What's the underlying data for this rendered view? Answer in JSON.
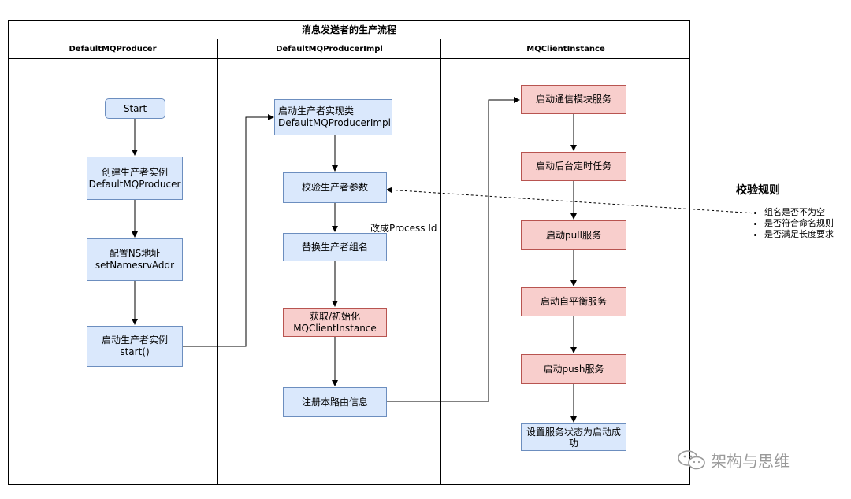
{
  "title": "消息发送者的生产流程",
  "lanes": [
    "DefaultMQProducer",
    "DefaultMQProducerImpl",
    "MQClientInstance"
  ],
  "nodes": {
    "start": "Start",
    "create_producer": "创建生产者实例\nDefaultMQProducer",
    "config_ns": "配置NS地址\nsetNamesrvAddr",
    "start_producer": "启动生产者实例\nstart()",
    "impl_start": "启动生产者实现类\nDefaultMQProducerImpl",
    "check_params": "校验生产者参数",
    "replace_group": "替换生产者组名",
    "get_instance": "获取/初始化\nMQClientInstance",
    "register": "注册本路由信息",
    "start_comm": "启动通信模块服务",
    "start_timer": "启动后台定时任务",
    "start_pull": "启动pull服务",
    "start_balance": "启动自平衡服务",
    "start_push": "启动push服务",
    "set_status": "设置服务状态为启动成\n功"
  },
  "edge_label_process_id": "改成Process Id",
  "note": {
    "title": "校验规则",
    "items": [
      "组名是否不为空",
      "是否符合命名规则",
      "是否满足长度要求"
    ]
  },
  "watermark": "架构与思维",
  "colors": {
    "blue_fill": "#dae8fc",
    "blue_stroke": "#6c8ebf",
    "red_fill": "#f8cecc",
    "red_stroke": "#b85450"
  }
}
